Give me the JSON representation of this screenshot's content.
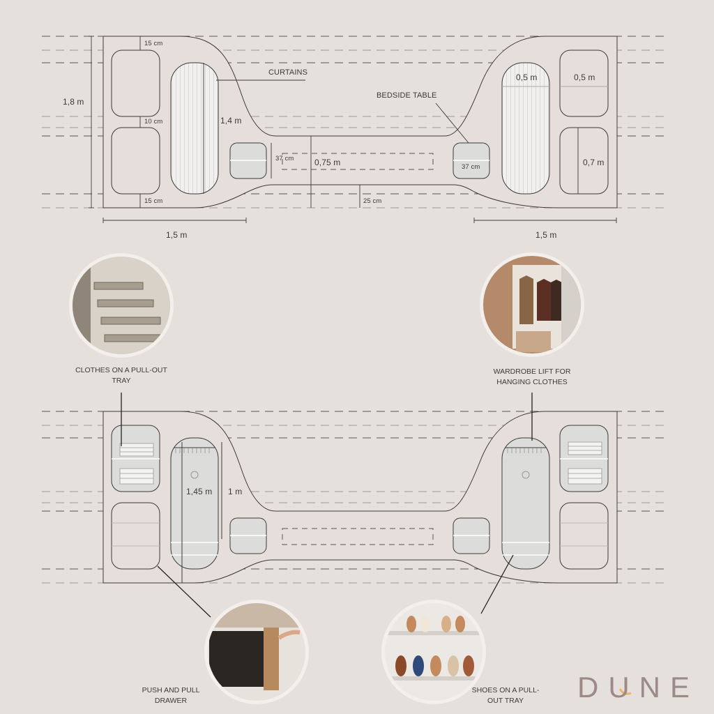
{
  "colors": {
    "background": "#e6e0dc",
    "plan_fill": "#e6deda",
    "fixture_fill": "#dcdcda",
    "line": "#3a3a3a",
    "logo": "#9b8a86",
    "logo_accent": "#f2b06a"
  },
  "top_plan": {
    "labels": {
      "height_total": "1,8 m",
      "gap_top": "15 cm",
      "gap_middle": "10 cm",
      "gap_bottom": "15 cm",
      "wardrobe_height": "1,4 m",
      "curtains": "CURTAINS",
      "bedside_table": "BEDSIDE TABLE",
      "bedside_left": "37 cm",
      "bedside_right": "37 cm",
      "bridge_width": "0,75 m",
      "bridge_offset": "25 cm",
      "wardrobe_width": "0,5 m",
      "drawer_width": "0,5 m",
      "drawer_height": "0,7 m",
      "left_width": "1,5 m",
      "right_width": "1,5 m"
    }
  },
  "bottom_plan": {
    "labels": {
      "hanging_height": "1,45 m",
      "lift_height": "1 m"
    }
  },
  "callouts": [
    {
      "label": "CLOTHES ON A PULL-OUT TRAY",
      "image": "pull-out-tray-photo"
    },
    {
      "label": "WARDROBE LIFT FOR HANGING CLOTHES",
      "image": "wardrobe-lift-photo"
    },
    {
      "label": "PUSH AND PULL DRAWER",
      "image": "push-pull-drawer-photo"
    },
    {
      "label": "SHOES ON A PULL-OUT TRAY",
      "image": "shoe-tray-photo"
    }
  ],
  "logo": {
    "text": "DUNE"
  }
}
